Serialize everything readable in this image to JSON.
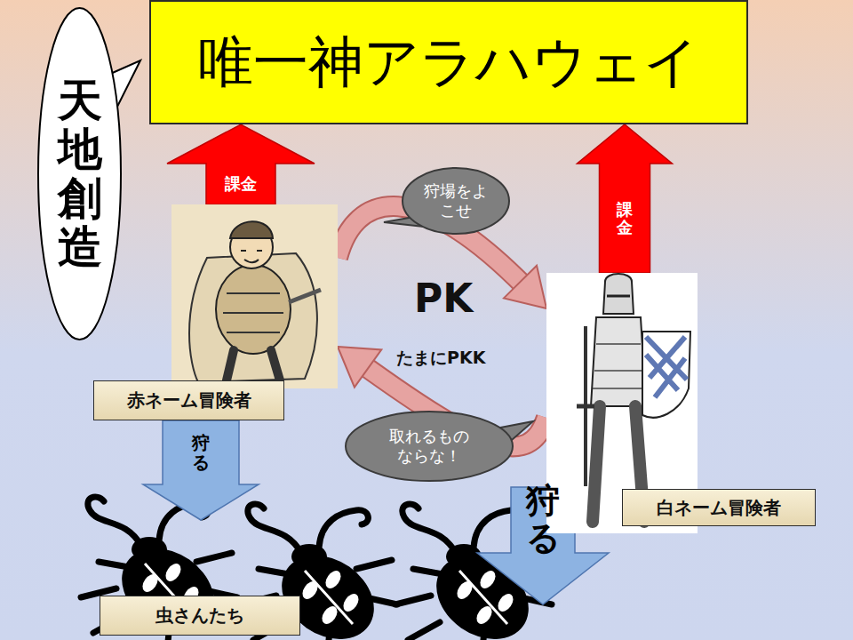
{
  "diagram": {
    "nodes": [
      {
        "text": [
          "唯一神アラハウェイ"
        ]
      },
      {
        "text": [
          "天地創造"
        ]
      },
      {
        "text": [
          "狩場をよ こせ"
        ]
      },
      {
        "text": [
          "赤ネーム冒険者"
        ]
      },
      {
        "text": [
          "白ネーム冒険者"
        ]
      },
      {
        "text": [
          "取れるもの ならな！"
        ]
      },
      {
        "text": [
          "虫さんたち"
        ]
      }
    ],
    "edges": [
      {
        "from": 3,
        "to": 0,
        "label": "課金",
        "arrow": "to"
      },
      {
        "from": 4,
        "to": 0,
        "label": "課金",
        "arrow": "to"
      },
      {
        "from": 3,
        "to": 4,
        "label": "PK",
        "arrow": "to"
      },
      {
        "from": 4,
        "to": 3,
        "label": "たまにPKK",
        "arrow": "to"
      },
      {
        "from": 3,
        "to": 6,
        "label": "狩る",
        "arrow": "to"
      },
      {
        "from": 4,
        "to": 6,
        "label": "狩る",
        "arrow": "to"
      }
    ]
  }
}
